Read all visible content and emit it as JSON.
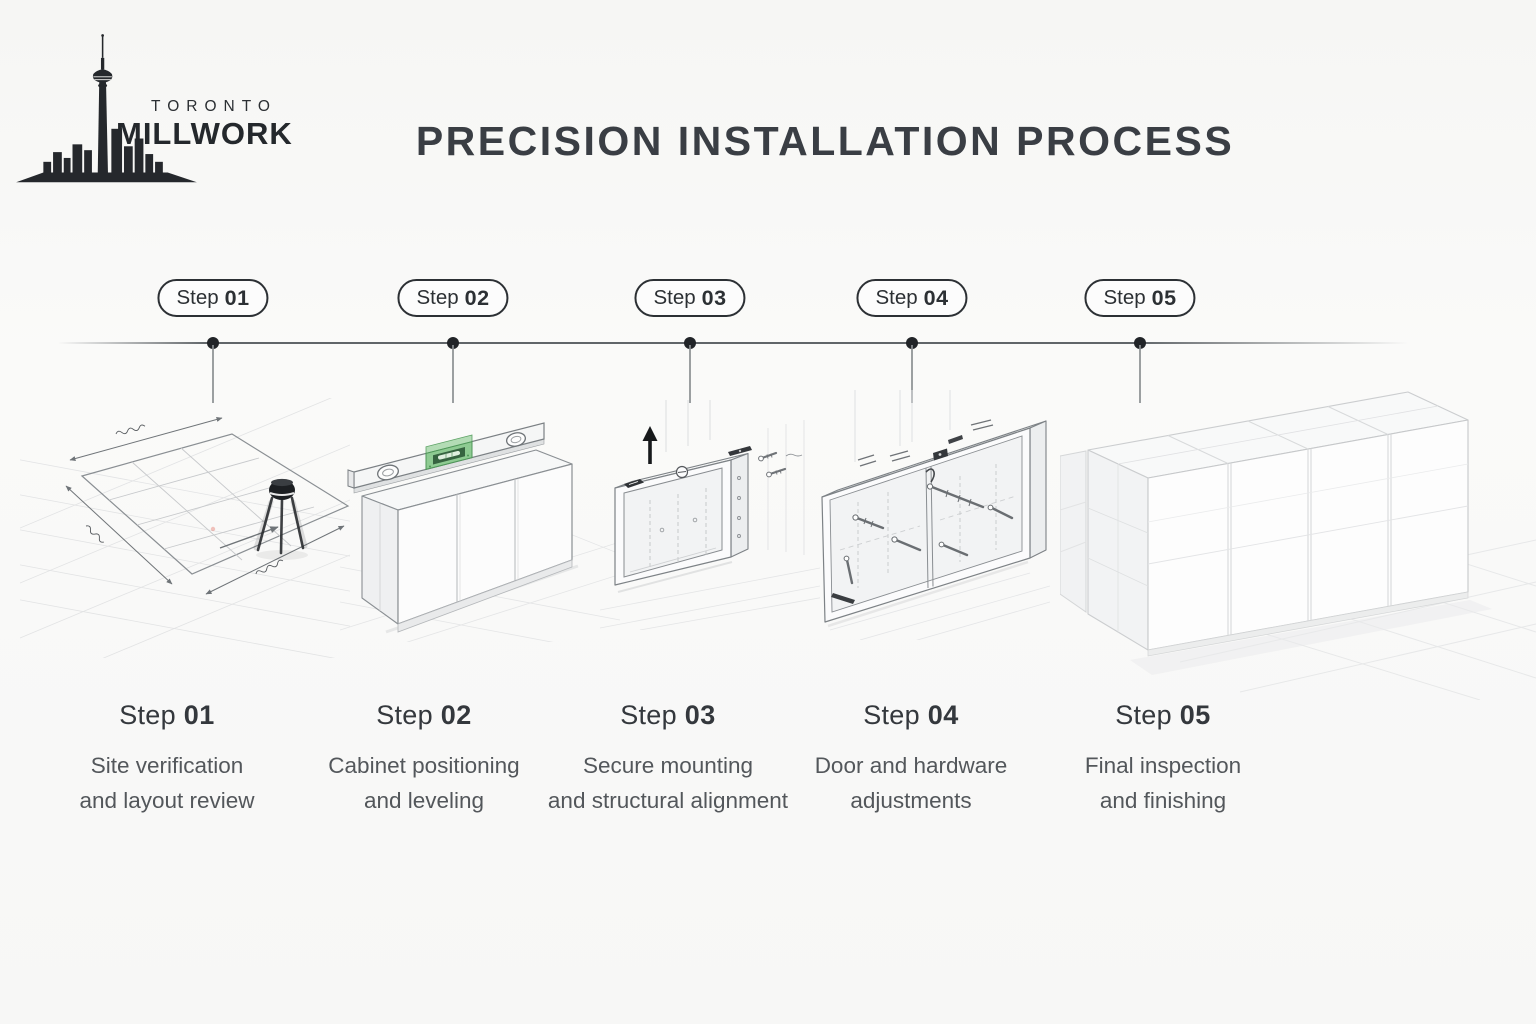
{
  "brand": {
    "line1": "TORONTO",
    "line2": "MILLWORK",
    "logo_icon": "toronto-skyline-cn-tower-icon"
  },
  "title": "PRECISION INSTALLATION PROCESS",
  "steps": [
    {
      "label": "Step",
      "number": "01",
      "caption_line1": "Site verification",
      "caption_line2": "and layout review",
      "illustration": "laser-site-layout-sketch"
    },
    {
      "label": "Step",
      "number": "02",
      "caption_line1": "Cabinet positioning",
      "caption_line2": "and leveling",
      "illustration": "cabinet-with-spirit-level-sketch"
    },
    {
      "label": "Step",
      "number": "03",
      "caption_line1": "Secure mounting",
      "caption_line2": "and structural alignment",
      "illustration": "cabinet-lift-mounting-sketch"
    },
    {
      "label": "Step",
      "number": "04",
      "caption_line1": "Door and hardware",
      "caption_line2": "adjustments",
      "illustration": "cabinet-hardware-install-sketch"
    },
    {
      "label": "Step",
      "number": "05",
      "caption_line1": "Final inspection",
      "caption_line2": "and finishing",
      "illustration": "finished-cabinetry-sketch"
    }
  ],
  "colors": {
    "background": "#f8f8f6",
    "ink": "#24282c",
    "title_text": "#3a3e44",
    "caption_text": "#53575b",
    "timeline_line": "#606569",
    "badge_outline": "#2c3034",
    "sketch_line": "#8a8f93",
    "sketch_light": "#cfd2d4",
    "level_green": "#8ecb92",
    "laser_red": "#dd5c4b",
    "laser_green": "#8fcb92"
  }
}
